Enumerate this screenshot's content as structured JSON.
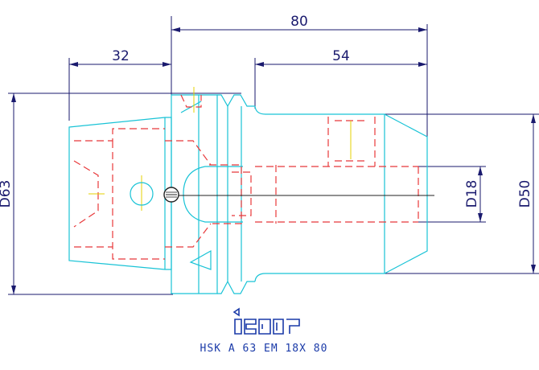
{
  "dimensions": {
    "overall_length": "80",
    "shank_length": "32",
    "body_length": "54",
    "flange_diameter": "D63",
    "body_diameter": "D50",
    "bore_diameter": "D18"
  },
  "brand": "iscar",
  "part_code": "HSK A 63 EM 18X 80",
  "colors": {
    "dimension": "#1a1a6e",
    "outline": "#19c3d6",
    "hidden": "#e8383a",
    "centerline": "#e6d000",
    "caption": "#1a3aa8"
  }
}
